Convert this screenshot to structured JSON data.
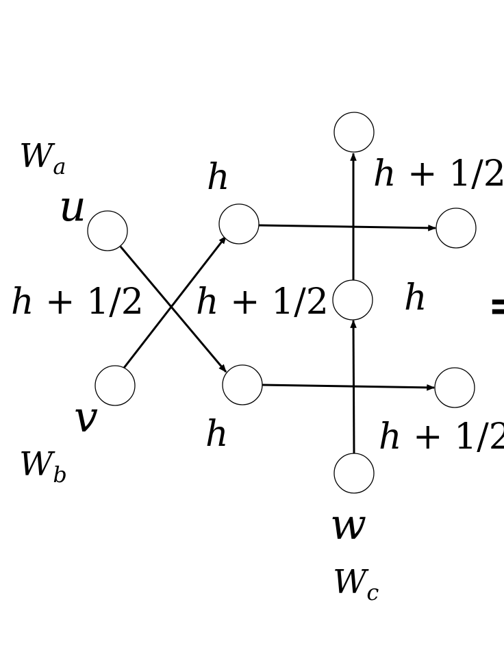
{
  "diagram": {
    "nodes": {
      "u": {
        "name": "u",
        "weight": "W",
        "weight_sub": "a"
      },
      "v": {
        "name": "v",
        "weight": "W",
        "weight_sub": "b"
      },
      "w": {
        "name": "w",
        "weight": "W",
        "weight_sub": "c"
      }
    },
    "labels": {
      "h": "h",
      "h_half_var": "h",
      "h_half_num": " + 1/2"
    },
    "cut_off_symbol": "="
  }
}
